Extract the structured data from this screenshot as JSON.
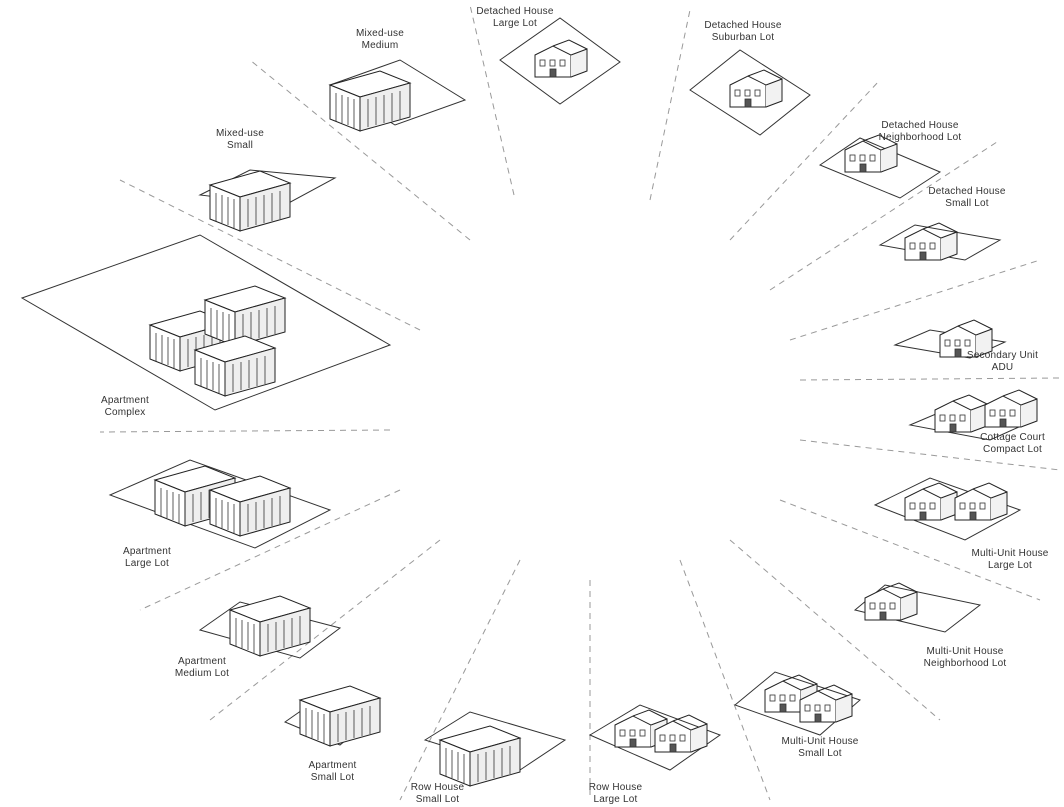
{
  "buildings": [
    {
      "id": "mixed-use-medium",
      "line1": "Mixed-use",
      "line2": "Medium"
    },
    {
      "id": "detached-house-large",
      "line1": "Detached House",
      "line2": "Large Lot"
    },
    {
      "id": "detached-house-suburban",
      "line1": "Detached House",
      "line2": "Suburban Lot"
    },
    {
      "id": "detached-house-neighborhood",
      "line1": "Detached House",
      "line2": "Neighborhood Lot"
    },
    {
      "id": "detached-house-small",
      "line1": "Detached House",
      "line2": "Small Lot"
    },
    {
      "id": "mixed-use-small",
      "line1": "Mixed-use",
      "line2": "Small"
    },
    {
      "id": "secondary-unit-adu",
      "line1": "Secondary Unit",
      "line2": "ADU"
    },
    {
      "id": "apartment-complex",
      "line1": "Apartment",
      "line2": "Complex"
    },
    {
      "id": "cottage-court",
      "line1": "Cottage Court",
      "line2": "Compact Lot"
    },
    {
      "id": "apartment-large",
      "line1": "Apartment",
      "line2": "Large Lot"
    },
    {
      "id": "multi-unit-house-large",
      "line1": "Multi-Unit House",
      "line2": "Large Lot"
    },
    {
      "id": "multi-unit-house-neighborhood",
      "line1": "Multi-Unit House",
      "line2": "Neighborhood Lot"
    },
    {
      "id": "apartment-medium",
      "line1": "Apartment",
      "line2": "Medium Lot"
    },
    {
      "id": "multi-unit-house-small",
      "line1": "Multi-Unit House",
      "line2": "Small Lot"
    },
    {
      "id": "apartment-small",
      "line1": "Apartment",
      "line2": "Small Lot"
    },
    {
      "id": "row-house-small",
      "line1": "Row House",
      "line2": "Small Lot"
    },
    {
      "id": "row-house-large",
      "line1": "Row House",
      "line2": "Large Lot"
    }
  ]
}
